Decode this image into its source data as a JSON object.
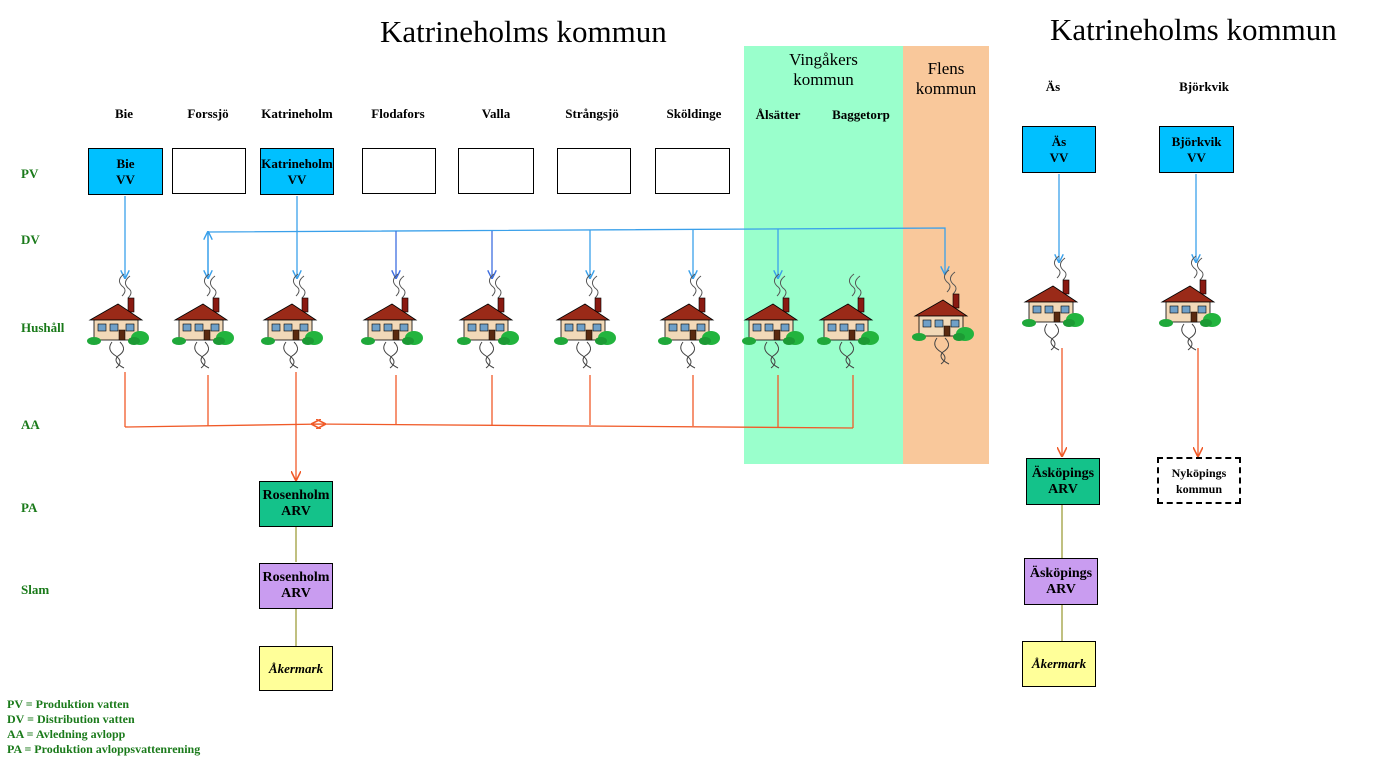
{
  "titles": {
    "left": "Katrineholms kommun",
    "right": "Katrineholms kommun"
  },
  "regions": {
    "vingaker": "Vingåkers\nkommun",
    "flen": "Flens\nkommun"
  },
  "locations": [
    "Bie",
    "Forssjö",
    "Katrineholm",
    "Flodafors",
    "Valla",
    "Strångsjö",
    "Sköldinge",
    "Ålsätter",
    "Baggetorp",
    "Äs",
    "Björkvik"
  ],
  "row_labels": {
    "pv": "PV",
    "dv": "DV",
    "hushall": "Hushåll",
    "aa": "AA",
    "pa": "PA",
    "slam": "Slam"
  },
  "boxes": {
    "bie_vv": "Bie\nVV",
    "katrineholm_vv": "Katrineholm\nVV",
    "as_vv": "Äs\nVV",
    "bjorkvik_vv": "Björkvik\nVV",
    "rosenholm_pa": "Rosenholm\nARV",
    "rosenholm_slam": "Rosenholm\nARV",
    "akermark_left": "Åkermark",
    "askopings_pa": "Äsköpings\nARV",
    "askopings_slam": "Äsköpings\nARV",
    "akermark_right": "Åkermark",
    "nykopings": "Nyköpings\nkommun"
  },
  "legend": [
    "PV = Produktion vatten",
    "DV = Distribution vatten",
    "AA = Avledning avlopp",
    "PA = Produktion avloppsvattenrening"
  ],
  "colors": {
    "pv_arrow": "#3aa0ea",
    "aa_arrow": "#f05a28",
    "vingaker_bg": "#9affcc",
    "flen_bg": "#f9c89b",
    "label_green": "#1a7a1a"
  }
}
